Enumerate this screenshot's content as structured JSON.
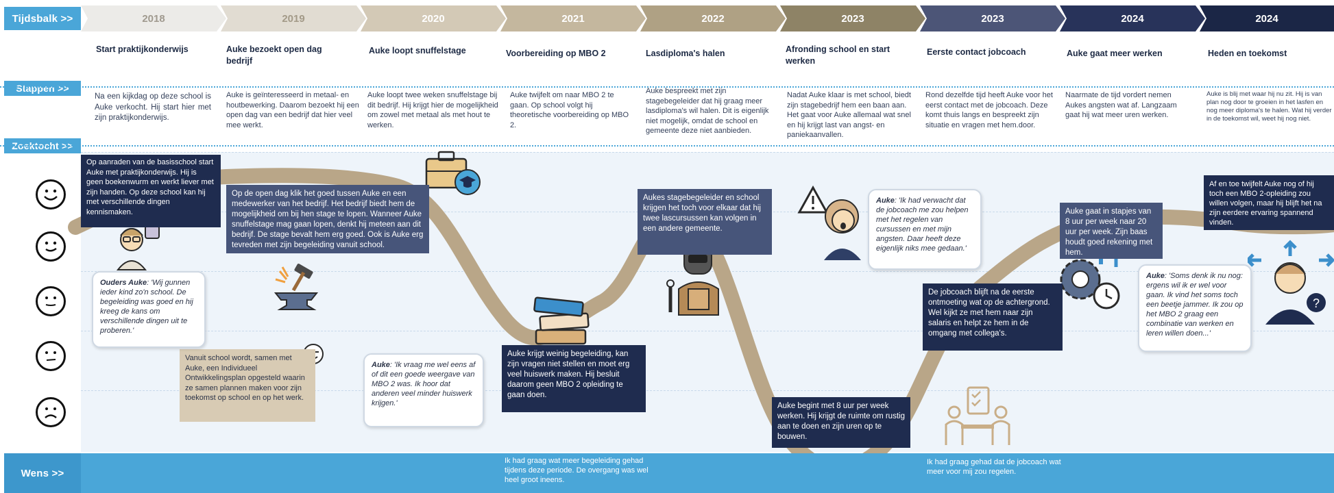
{
  "labels": {
    "tijdsbalk": "Tijdsbalk >>",
    "stappen": "Stappen >>",
    "zoektocht": "Zoektocht >>",
    "wens": "Wens >>"
  },
  "years": [
    "2018",
    "2019",
    "2020",
    "2021",
    "2022",
    "2023",
    "2023",
    "2024",
    "2024"
  ],
  "titles": [
    "Start praktijkonderwijs",
    "Auke bezoekt open dag bedrijf",
    "Auke loopt snuffelstage",
    "Voorbereiding op MBO 2",
    "Lasdiploma's halen",
    "Afronding school en start werken",
    "Eerste contact jobcoach",
    "Auke gaat meer werken",
    "Heden en toekomst"
  ],
  "steps": [
    "Na een kijkdag op deze school is Auke verkocht. Hij start hier met zijn praktijkonderwijs.",
    "Auke is geïnteresseerd in metaal- en houtbewerking. Daarom bezoekt hij een open dag van een bedrijf dat hier veel mee werkt.",
    "Auke loopt twee weken snuffelstage bij dit bedrijf. Hij krijgt hier de mogelijkheid om zowel met metaal als met hout te werken.",
    "Auke twijfelt om naar MBO 2 te gaan. Op school volgt hij theoretische voorbereiding op MBO 2.",
    "Auke bespreekt met zijn stagebegeleider dat hij graag meer lasdiploma's wil halen. Dit is eigenlijk niet mogelijk, omdat de school en gemeente deze niet aanbieden.",
    "Nadat Auke klaar is met school, biedt zijn stagebedrijf hem een baan aan. Het gaat voor Auke allemaal wat snel en hij krijgt last van angst- en paniekaanvallen.",
    "Rond dezelfde tijd heeft Auke voor het eerst contact met de jobcoach. Deze komt thuis langs en bespreekt zijn situatie en vragen met hem.door.",
    "Naarmate de tijd vordert nemen Aukes angsten wat af. Langzaam gaat hij wat meer uren werken.",
    "Auke is blij met waar hij nu zit. Hij is van plan nog door te groeien in het lasfen en nog meer diploma's te halen. Wat hij verder in de toekomst wil, weet hij nog niet."
  ],
  "boxes": {
    "b1": "Op aanraden van de basisschool start Auke met praktijkonderwijs. Hij is geen boekenwurm en werkt liever met zijn handen. Op deze school kan hij met verschillende dingen kennismaken.",
    "b2": "Op de open dag klik het goed tussen Auke en een medewerker van het bedrijf. Het bedrijf biedt hem de mogelijkheid om bij hen stage te lopen. Wanneer Auke snuffelstage mag gaan lopen, denkt hij meteen aan dit bedrijf. De stage bevalt hem erg goed. Ook is Auke erg tevreden met zijn begeleiding vanuit school.",
    "b3": "Vanuit school wordt, samen met Auke, een Individueel Ontwikkelingsplan opgesteld waarin ze samen plannen maken voor zijn toekomst op school en op het werk.",
    "b4": "Auke krijgt weinig begeleiding, kan zijn vragen niet stellen en moet erg veel huiswerk maken. Hij besluit daarom geen MBO 2 opleiding te gaan doen.",
    "b5": "Aukes stagebegeleider en school krijgen het toch voor elkaar dat hij twee lascursussen kan volgen in een andere gemeente.",
    "b6": "Auke begint met 8 uur per week werken. Hij krijgt de ruimte om rustig aan te doen en zijn uren op te bouwen.",
    "b7": "De jobcoach blijft na de eerste ontmoeting wat op de achtergrond. Wel kijkt ze met hem naar zijn salaris en helpt ze hem in de omgang met collega's.",
    "b8": "Auke gaat in stapjes van 8 uur per week naar 20 uur per week. Zijn baas houdt goed rekening met hem.",
    "b9": "Af en toe twijfelt Auke nog of hij toch een MBO 2-opleiding zou willen volgen, maar hij blijft het na zijn eerdere ervaring spannend vinden."
  },
  "quotes": {
    "q1_name": "Ouders Auke",
    "q1": ": 'Wij gunnen ieder kind zo'n school. De begeleiding was goed en hij kreeg de kans om verschillende dingen uit te proberen.'",
    "q2_name": "Auke",
    "q2": ": 'Ik vraag me wel eens af of dit een goede weergave van MBO 2 was. Ik hoor dat anderen veel minder huiswerk krijgen.'",
    "q3_name": "Auke",
    "q3": ": 'Ik had verwacht dat de jobcoach me zou helpen met het regelen van cursussen en met mijn angsten. Daar heeft deze eigenlijk niks mee gedaan.'",
    "q4_name": "Auke",
    "q4": ": 'Soms denk ik nu nog: ergens wil ik er wel voor gaan. Ik vind het soms toch een beetje jammer. Ik zou op het MBO 2 graag een combinatie van werken en leren willen doen...'"
  },
  "wens": [
    "Ik had graag wat meer begeleiding gehad tijdens deze periode. De overgang was wel heel groot ineens.",
    "Ik had graag gehad dat de jobcoach wat meer voor mij zou regelen."
  ],
  "colors": {
    "accent": "#4aa6d8",
    "navy": "#1f2c4f",
    "path": "#b9a688"
  }
}
